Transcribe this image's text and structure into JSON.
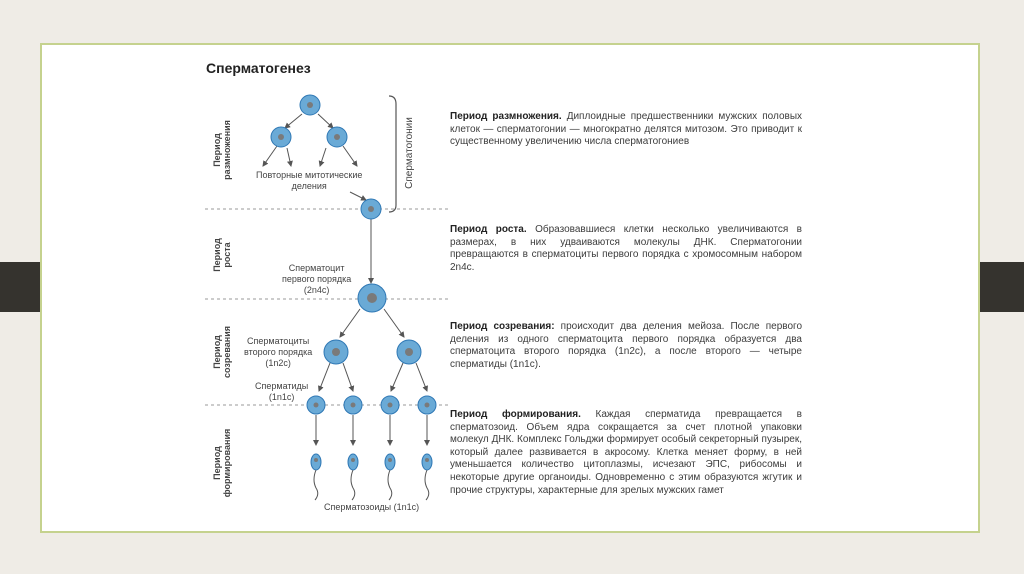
{
  "title": "Сперматогенез",
  "side_labels": {
    "razmnozhenie": [
      "Период",
      "размножения"
    ],
    "rost": [
      "Период",
      "роста"
    ],
    "sozrevanie": [
      "Период",
      "созревания"
    ],
    "formirovanie": [
      "Период",
      "формирования"
    ]
  },
  "brace_label": "Сперматогонии",
  "diagram": {
    "mitosis": [
      "Повторные митотические",
      "деления"
    ],
    "primary": [
      "Сперматоцит",
      "первого порядка",
      "(2n4c)"
    ],
    "secondary": [
      "Сперматоциты",
      "второго порядка",
      "(1n2c)"
    ],
    "spermatids": [
      "Сперматиды",
      "(1n1c)"
    ],
    "spermatozoa": "Сперматозоиды (1n1c)"
  },
  "periods": [
    {
      "heading": "Период размножения.",
      "text": " Диплоидные предшественники мужских половых клеток — сперматогонии — многократно делятся митозом. Это приводит к существенному увеличению числа сперматогониев"
    },
    {
      "heading": "Период роста.",
      "text": " Образовавшиеся клетки несколько увеличиваются в размерах, в них удваиваются молекулы ДНК. Сперматогонии превращаются в сперматоциты первого порядка с хромосомным набором 2n4c."
    },
    {
      "heading": "Период созревания:",
      "text": " происходит два деления мейоза. После первого деления из одного сперматоцита первого порядка образуется два сперматоцита второго порядка (1n2c), а после второго — четыре сперматиды (1n1c)."
    },
    {
      "heading": "Период формирования.",
      "text": " Каждая сперматида превращается в сперматозоид. Объем ядра сокращается за счет плотной упаковки молекул ДНК. Комплекс Гольджи формирует особый секреторный пузырек, который далее развивается в акросому. Клетка меняет форму, в ней уменьшается количество цитоплазмы, исчезают ЭПС, рибосомы и некоторые другие органоиды. Одновременно с этим образуются жгутик и прочие структуры, характерные для зрелых мужских гамет"
    }
  ],
  "colors": {
    "cell_outer": "#6aaad6",
    "cell_inner": "#7a7a7a",
    "border": "#c5d28e",
    "dark_tab": "#35332e"
  }
}
